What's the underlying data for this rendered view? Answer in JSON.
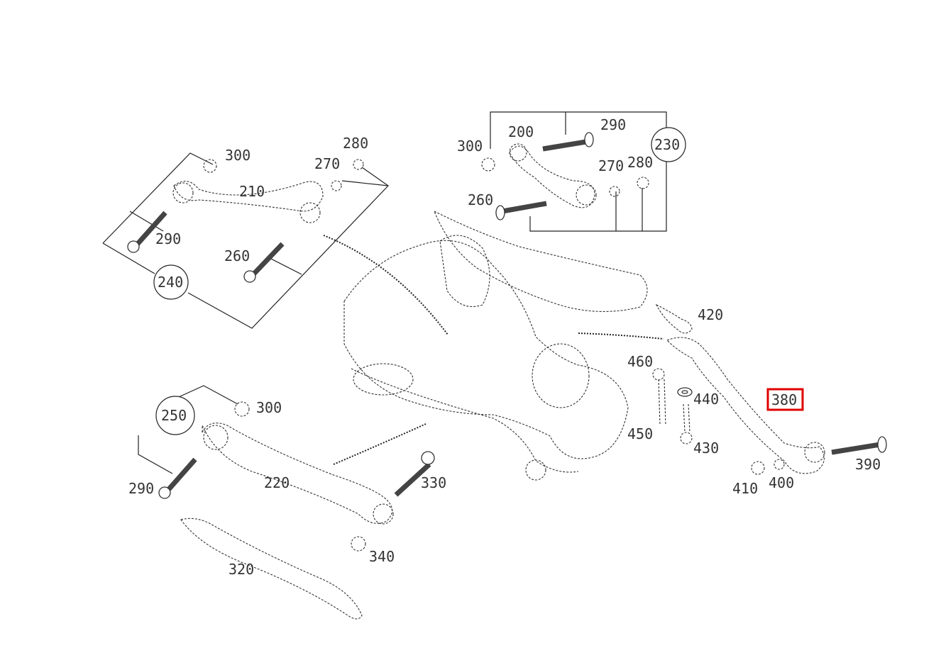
{
  "labels": {
    "l200": "200",
    "l210": "210",
    "l220": "220",
    "l230": "230",
    "l240": "240",
    "l250": "250",
    "l260a": "260",
    "l260b": "260",
    "l270a": "270",
    "l270b": "270",
    "l280a": "280",
    "l280b": "280",
    "l290a": "290",
    "l290b": "290",
    "l290c": "290",
    "l300a": "300",
    "l300b": "300",
    "l300c": "300",
    "l320": "320",
    "l330": "330",
    "l340": "340",
    "l380": "380",
    "l390": "390",
    "l400": "400",
    "l410": "410",
    "l420": "420",
    "l430": "430",
    "l440": "440",
    "l450": "450",
    "l460": "460"
  },
  "highlight": {
    "part": "380",
    "color": "#e00000"
  }
}
